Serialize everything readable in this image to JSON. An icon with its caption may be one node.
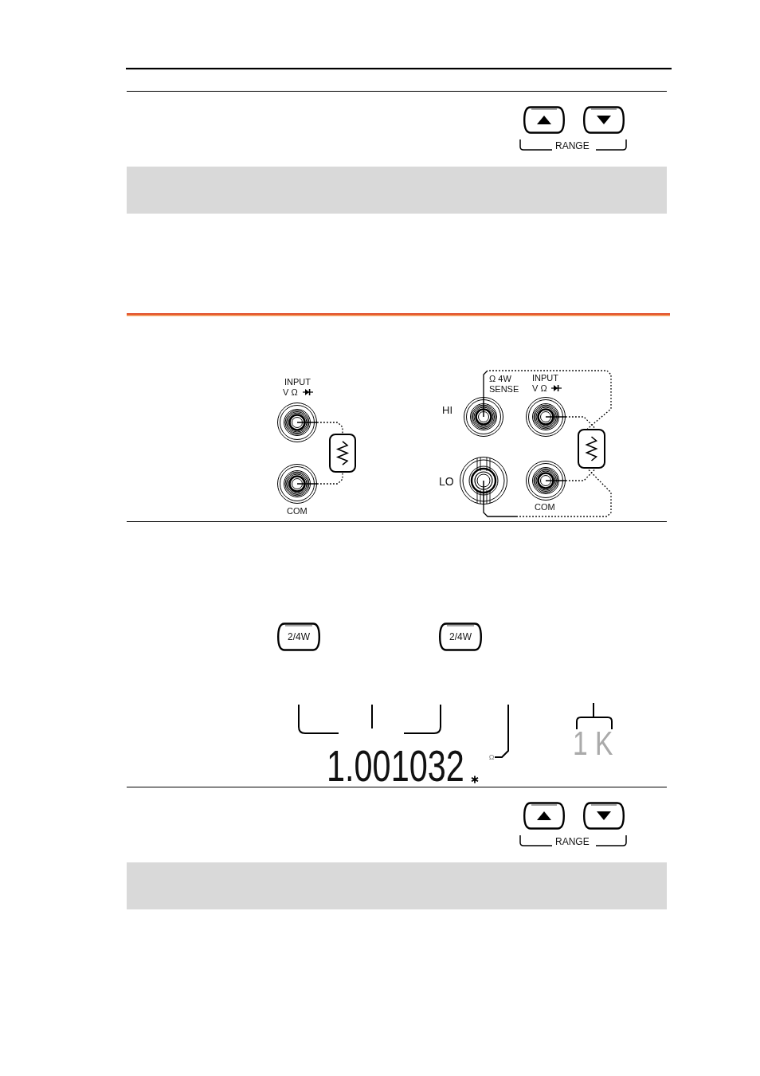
{
  "diagram": {
    "nodes": [
      {
        "text": [],
        "shape": "button"
      },
      {
        "text": [],
        "shape": "button"
      },
      {
        "text": [],
        "shape": "band"
      },
      {
        "text": [],
        "shape": "circle",
        "beside": [
          "INPUT",
          "V Ω"
        ]
      },
      {
        "text": [],
        "shape": "circle",
        "beside": [
          "COM"
        ]
      },
      {
        "text": [],
        "shape": "resistor"
      },
      {
        "text": [],
        "shape": "circle",
        "beside": [
          "Ω 4W SENSE",
          "HI"
        ]
      },
      {
        "text": [],
        "shape": "circle",
        "beside": [
          "INPUT",
          "V Ω"
        ]
      },
      {
        "text": [],
        "shape": "resistor"
      },
      {
        "text": [],
        "shape": "circle",
        "beside": [
          "LO"
        ]
      },
      {
        "text": [],
        "shape": "circle",
        "beside": [
          "COM"
        ]
      },
      {
        "text": [
          "2/4W"
        ]
      },
      {
        "text": [
          "2/4W"
        ]
      },
      {
        "text": [
          "Ω"
        ]
      },
      {
        "text": [],
        "shape": "button"
      },
      {
        "text": [],
        "shape": "button"
      },
      {
        "text": [],
        "shape": "band"
      }
    ],
    "edges": [
      {
        "from": 3,
        "to": 5,
        "arrow": "none",
        "style": "dashed"
      },
      {
        "from": 4,
        "to": 5,
        "arrow": "none",
        "style": "dashed"
      },
      {
        "from": 6,
        "to": 8,
        "arrow": "none",
        "style": "dashed"
      },
      {
        "from": 7,
        "to": 8,
        "arrow": "none",
        "style": "dashed"
      },
      {
        "from": 9,
        "to": 8,
        "arrow": "none",
        "style": "dashed"
      },
      {
        "from": 10,
        "to": 8,
        "arrow": "none",
        "style": "dashed"
      },
      {
        "from": 13,
        "to": null,
        "arrow": "none"
      }
    ],
    "labels": [
      "RANGE",
      "1.001032",
      "1 K",
      "RANGE"
    ]
  }
}
